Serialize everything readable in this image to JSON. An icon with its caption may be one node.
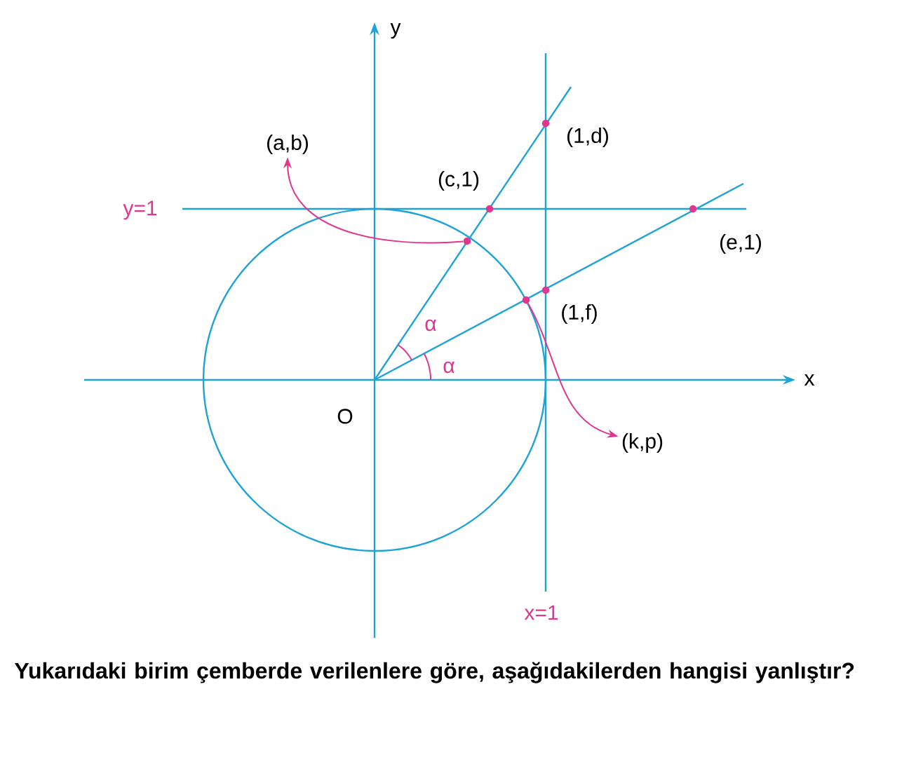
{
  "diagram": {
    "caption": "Yukarıdaki birim çemberde verilenlere göre, aşağıdakilerden hangisi yanlıştır?",
    "nodes": [
      {
        "text": [
          "(a,b)"
        ]
      },
      {
        "text": [],
        "shape": "circle"
      },
      {
        "text": [
          "(k,p)"
        ]
      },
      {
        "text": [],
        "shape": "circle"
      }
    ],
    "edges": [
      {
        "from": 1,
        "to": 0,
        "arrow": "to"
      },
      {
        "from": 3,
        "to": 2,
        "arrow": "to"
      }
    ],
    "labels": [
      "y",
      "x",
      "O",
      "y=1",
      "x=1",
      "(c,1)",
      "(1,d)",
      "(e,1)",
      "(1,f)",
      "α",
      "α"
    ]
  }
}
